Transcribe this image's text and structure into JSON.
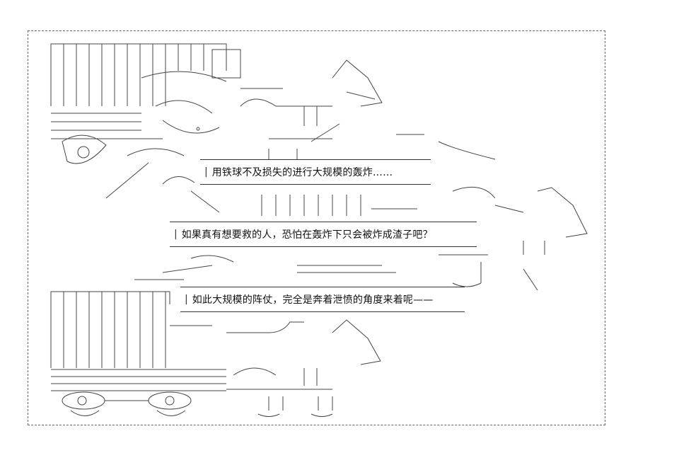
{
  "dialogue": {
    "line1": "用铁球不及损失的进行大规模的轰炸……",
    "line2": "如果真有想要救的人，恐怕在轰炸下只会被炸成渣子吧？",
    "line3": "如此大规模的阵仗，完全是奔着泄愤的角度来着呢——"
  }
}
